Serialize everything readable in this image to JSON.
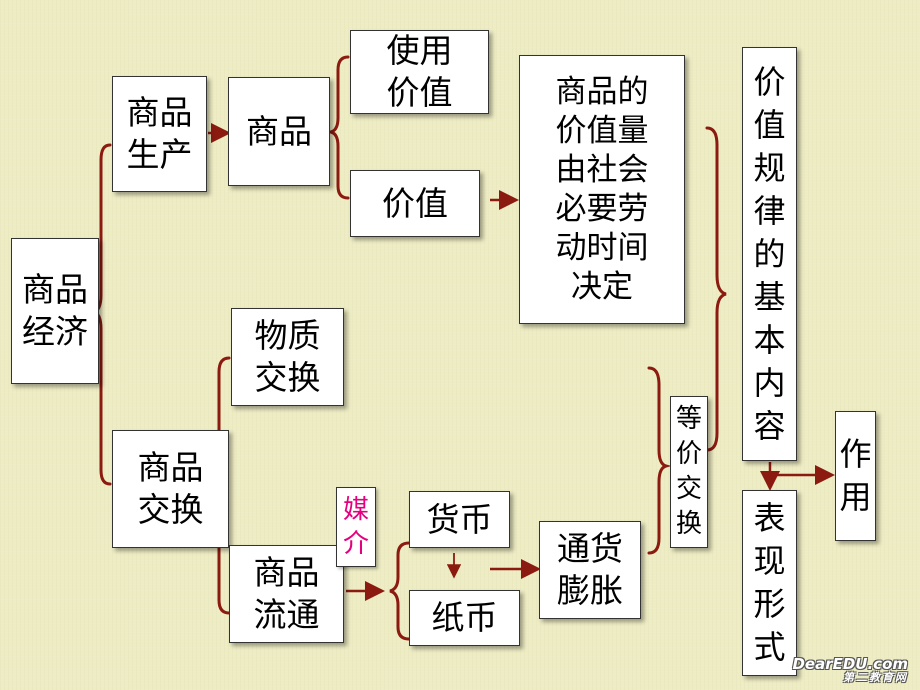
{
  "nodes": {
    "commodity_economy": "商品\n经济",
    "commodity_production": "商品\n生产",
    "commodity": "商品",
    "use_value": "使用\n价值",
    "value": "价值",
    "value_determined": "商品的\n价值量\n由社会\n必要劳\n动时间\n决定",
    "law_of_value": "价\n值\n规\n律\n的\n基\n本\n内\n容",
    "barter": "物质\n交换",
    "commodity_exchange": "商品\n交换",
    "commodity_circulation": "商品\n流通",
    "medium": "媒\n介",
    "currency": "货币",
    "paper_money": "纸币",
    "inflation": "通货\n膨胀",
    "equal_exchange": "等\n价\n交\n换",
    "function": "作\n用",
    "manifestation": "表\n现\n形\n式"
  },
  "colors": {
    "background": "#edecc3",
    "connector": "#8b1a10",
    "medium_text": "#e6007e"
  },
  "watermark": {
    "line1": "DearEDU.com",
    "line2": "第二教育网"
  }
}
